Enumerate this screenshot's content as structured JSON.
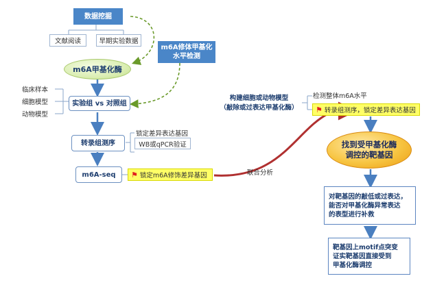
{
  "nodes": {
    "data_mining": "数据挖掘",
    "literature": "文献阅读",
    "early_data": "早期实验数据",
    "m6a_enzyme": "m6A甲基化酶",
    "m6a_level_line1": "m6A修体甲基化",
    "m6a_level_line2": "水平检测",
    "clinical": "临床样本",
    "cell_model": "细胞模型",
    "animal_model": "动物模型",
    "exp_vs_ctrl": "实验组 vs 对照组",
    "transcriptome": "转录组测序",
    "lock_diff": "锁定差异表达基因",
    "wb_qpcr": "WB或qPCR验证",
    "m6a_seq": "m6A-seq",
    "lock_m6a_diff": "锁定m6A修饰差异基因",
    "joint_analysis": "联合分析",
    "build_model_line1": "构建细胞或动物模型",
    "build_model_line2": "（敲除或过表达甲基化酶）",
    "detect_m6a": "检测整体m6A水平",
    "transcriptome_lock": "转录组测序，锁定差异表达基因",
    "target_line1": "找到受甲基化酶",
    "target_line2": "调控的靶基因",
    "knock_line1": "对靶基因的敲低或过表达，",
    "knock_line2": "能否对甲基化酶异常表达",
    "knock_line3": "的表型进行补救",
    "motif_line1": "靶基因上motif点突变",
    "motif_line2": "证实靶基因直接受到",
    "motif_line3": "甲基化酶调控"
  },
  "colors": {
    "blue_box": "#4a86c8",
    "arrow_blue": "#4a7fc0",
    "dashed_green": "#6a9a2a",
    "curve_red": "#b03030",
    "highlight": "#ffff66",
    "orange": "#f0a020"
  },
  "icons": [
    "flag-icon"
  ]
}
